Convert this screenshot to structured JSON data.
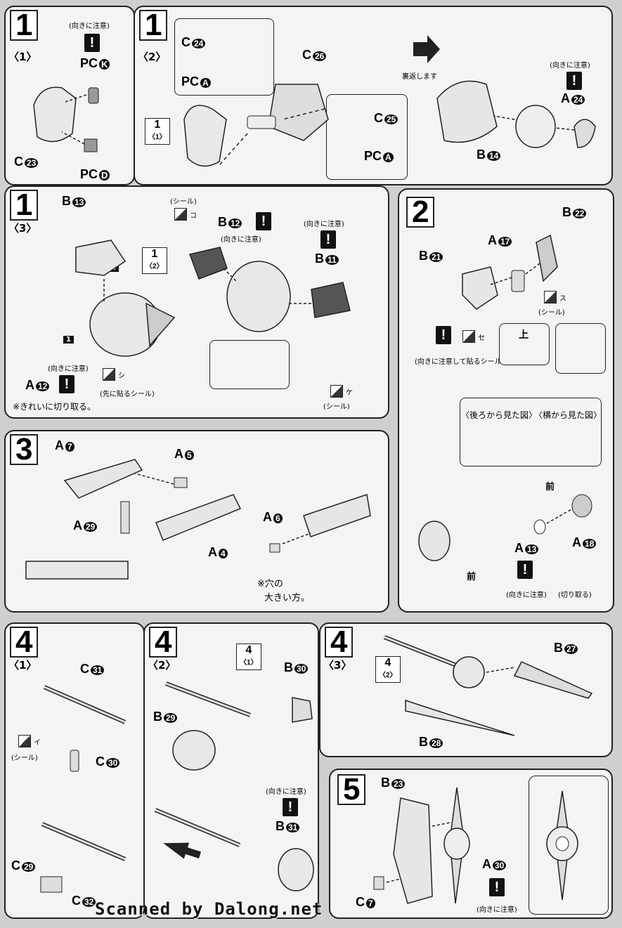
{
  "steps": {
    "s1_1": {
      "num": "1",
      "sub": "〈1〉",
      "caution": "(向きに注意)",
      "labels": [
        "PC",
        "K",
        "C",
        "23",
        "PC",
        "D"
      ]
    },
    "s1_2": {
      "num": "1",
      "sub": "〈2〉",
      "ref_num": "1",
      "ref_sub": "〈1〉",
      "labels": [
        "C",
        "24",
        "PC",
        "A",
        "C",
        "26",
        "C",
        "25",
        "PC",
        "A"
      ],
      "flip_text": "裏返します",
      "caution": "(向きに注意)",
      "right_labels": [
        "A",
        "24",
        "B",
        "14"
      ]
    },
    "s1_3": {
      "num": "1",
      "sub": "〈3〉",
      "ref_num": "1",
      "ref_sub": "〈2〉",
      "labels": [
        "B",
        "13",
        "A",
        "12",
        "B",
        "12",
        "B",
        "11"
      ],
      "caution_a": "(向きに注意)",
      "caution_b": "(向きに注意)",
      "caution_c": "(向きに注意)",
      "sticker_top": "(シール)",
      "sticker_top_id": "コ",
      "sticker_bottom_id": "シ",
      "sticker_bottom": "(先に貼るシール)",
      "sticker_right_id": "ケ",
      "sticker_right": "(シール)",
      "note": "※きれいに切り取る。",
      "order_1": "1",
      "order_2": "2"
    },
    "s2": {
      "num": "2",
      "labels": [
        "B",
        "22",
        "A",
        "17",
        "B",
        "21"
      ],
      "sticker_id": "ス",
      "sticker": "(シール)",
      "caution_sticker_id": "セ",
      "caution_sticker": "(向きに注意して貼るシール)",
      "up": "上",
      "back_view": "〈後ろから見た図〉",
      "side_view": "〈横から見た図〉",
      "front_a": "前",
      "front_b": "前",
      "bottom_labels": [
        "A",
        "13",
        "A",
        "18"
      ],
      "caution": "(向きに注意)",
      "cut": "(切り取る)"
    },
    "s3": {
      "num": "3",
      "labels": [
        "A",
        "7",
        "A",
        "5",
        "A",
        "29",
        "A",
        "4",
        "A",
        "6"
      ],
      "note_line1": "※穴の",
      "note_line2": "大きい方。"
    },
    "s4_1": {
      "num": "4",
      "sub": "〈1〉",
      "labels": [
        "C",
        "31",
        "C",
        "30",
        "C",
        "29",
        "C",
        "32"
      ],
      "sticker_id": "イ",
      "sticker": "(シール)"
    },
    "s4_2": {
      "num": "4",
      "sub": "〈2〉",
      "ref_num": "4",
      "ref_sub": "〈1〉",
      "labels": [
        "B",
        "30",
        "B",
        "29",
        "B",
        "31"
      ],
      "caution": "(向きに注意)"
    },
    "s4_3": {
      "num": "4",
      "sub": "〈3〉",
      "ref_num": "4",
      "ref_sub": "〈2〉",
      "labels": [
        "B",
        "27",
        "B",
        "28"
      ]
    },
    "s5": {
      "num": "5",
      "labels": [
        "B",
        "23",
        "A",
        "30",
        "C",
        "7"
      ],
      "caution": "(向きに注意)"
    }
  },
  "footer": "Scanned by Dalong.net",
  "colors": {
    "panel_bg": "#f4f4f4",
    "page_bg": "#cfcfcf",
    "ink": "#222222"
  }
}
